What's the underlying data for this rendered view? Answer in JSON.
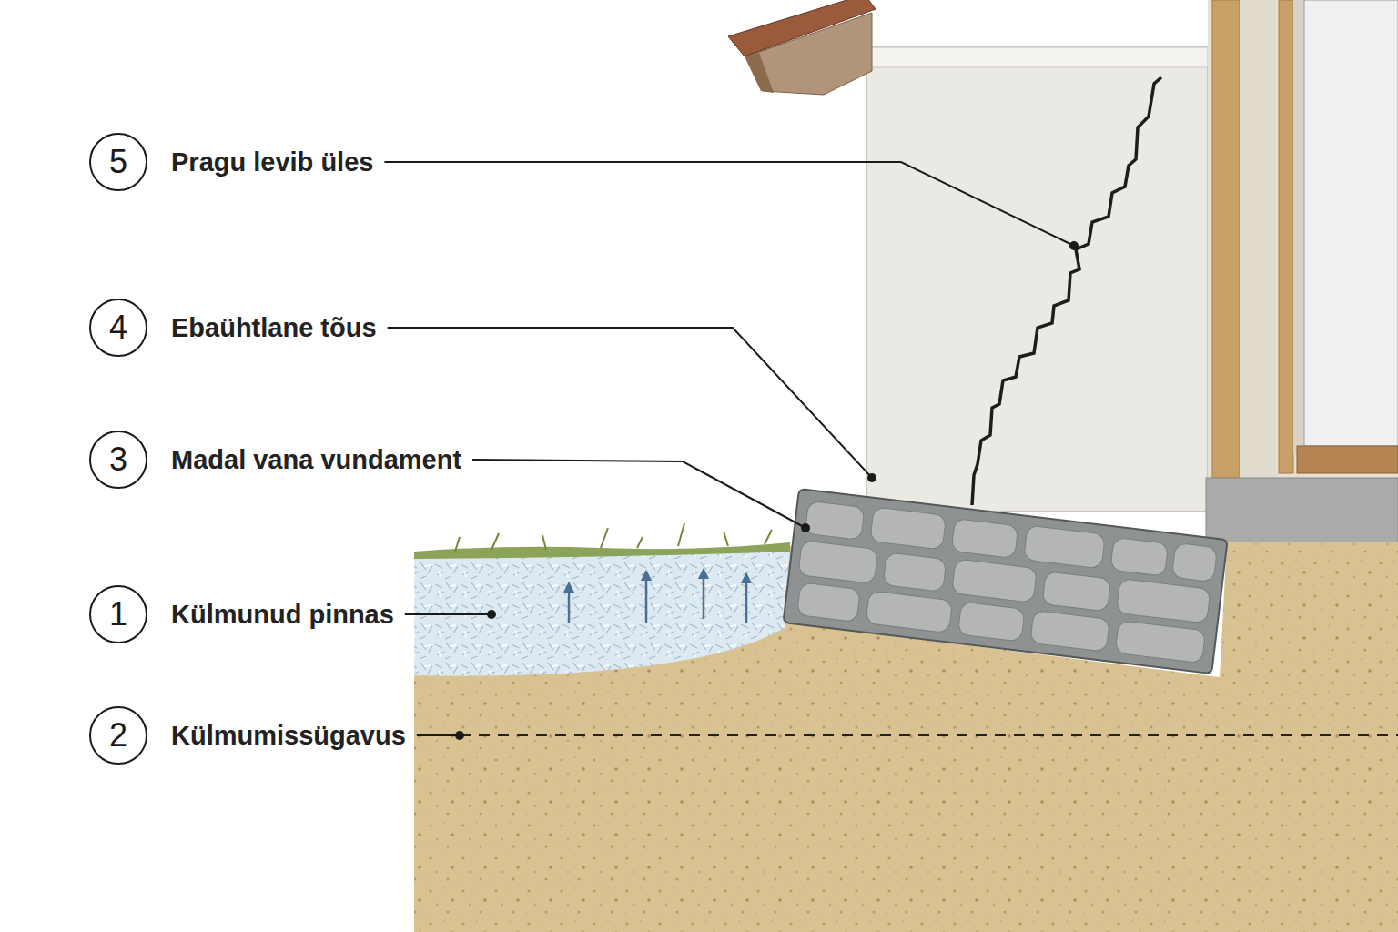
{
  "diagram": {
    "nodes": [
      {
        "text": [
          "5",
          "Pragu levib üles"
        ]
      },
      {
        "text": [
          "4",
          "Ebaühtlane tõus"
        ]
      },
      {
        "text": [
          "3",
          "Madal vana vundament"
        ]
      },
      {
        "text": [
          "1",
          "Külmunud pinnas"
        ]
      },
      {
        "text": [
          "2",
          "Külmumissügavus"
        ]
      }
    ]
  }
}
